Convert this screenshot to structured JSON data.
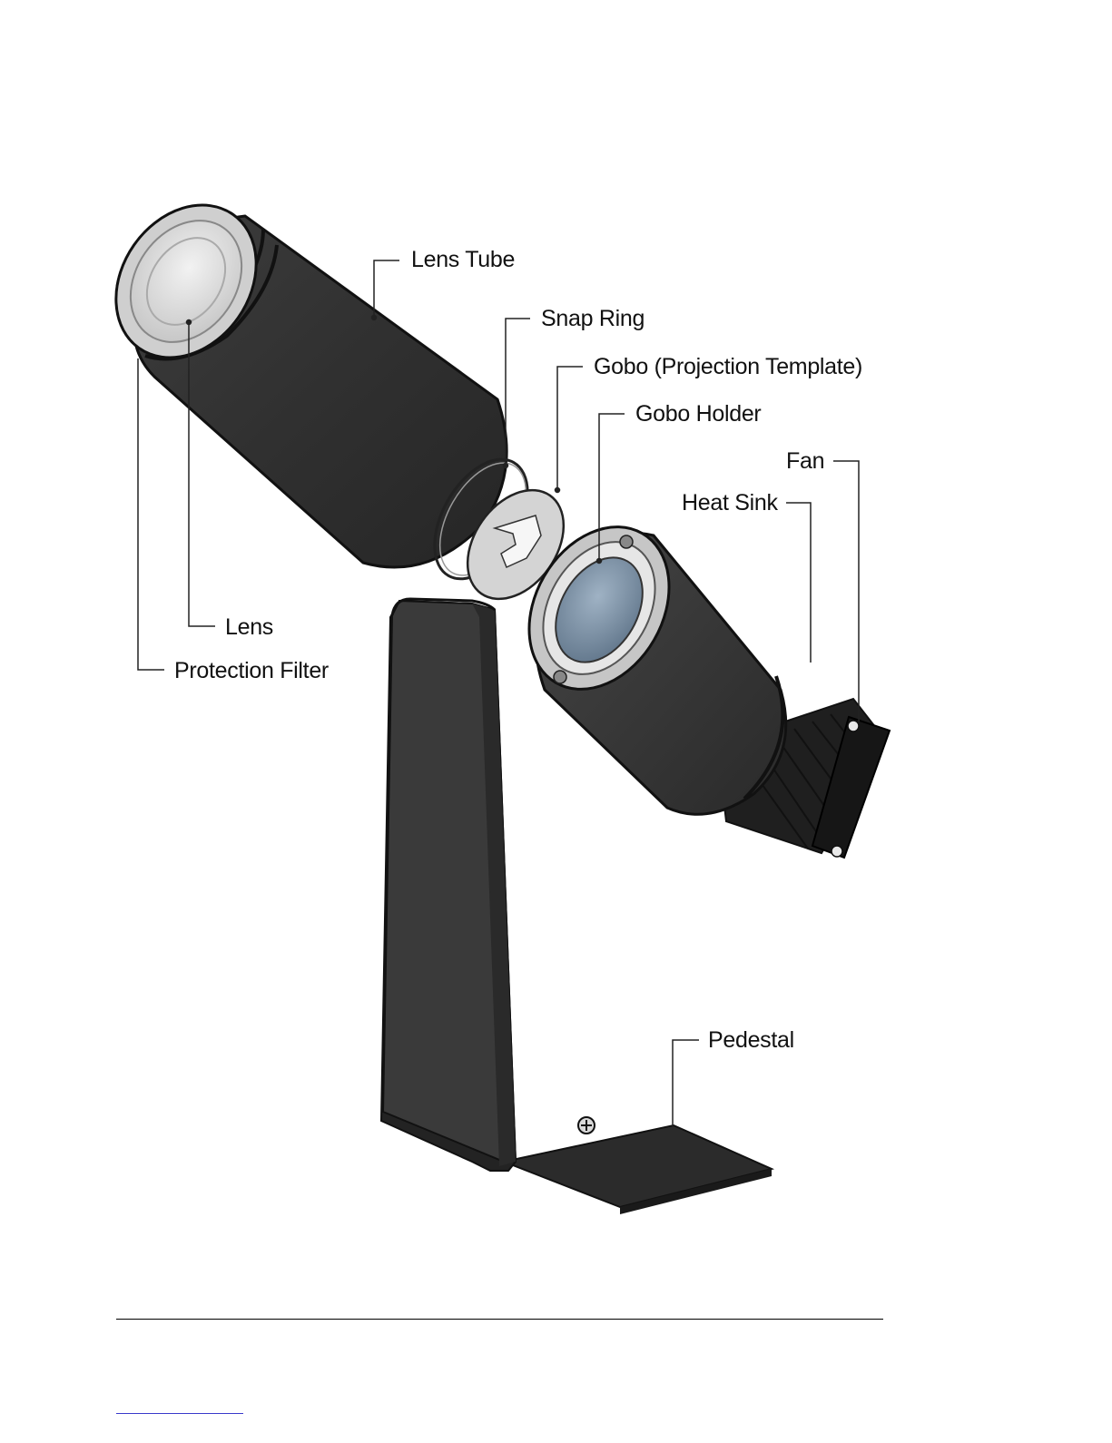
{
  "diagram": {
    "labels": {
      "lens_tube": "Lens Tube",
      "snap_ring": "Snap Ring",
      "gobo": "Gobo (Projection Template)",
      "gobo_holder": "Gobo Holder",
      "fan": "Fan",
      "heat_sink": "Heat Sink",
      "lens": "Lens",
      "protection_filter": "Protection Filter",
      "pedestal": "Pedestal"
    },
    "colors": {
      "body_dark": "#2e2e2e",
      "body_mid": "#3a3a3a",
      "body_light": "#4a4a4a",
      "metal": "#c9c9c9",
      "glass": "#7f95aa",
      "leader": "#222222"
    }
  }
}
